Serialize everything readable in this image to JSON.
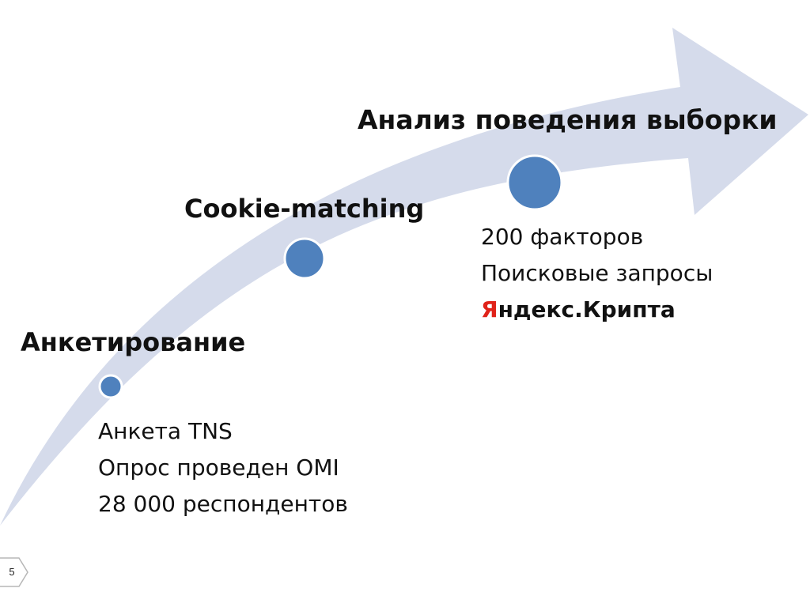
{
  "stages": [
    {
      "title": "Анкетирование",
      "details": [
        "Анкета TNS",
        "Опрос проведен OMI",
        "28 000 респондентов"
      ]
    },
    {
      "title": "Cookie-matching"
    },
    {
      "title": "Анализ поведения выборки",
      "details": [
        "200 факторов",
        "Поисковые запросы"
      ],
      "brand": {
        "initial": "Я",
        "rest": "ндекс.Крипта"
      }
    }
  ],
  "page_number": "5",
  "colors": {
    "arrow_fill": "#d5dbeb",
    "marker_fill": "#4f81bd",
    "marker_ring": "#ffffff",
    "brand_accent": "#e0231a",
    "text": "#111111"
  }
}
